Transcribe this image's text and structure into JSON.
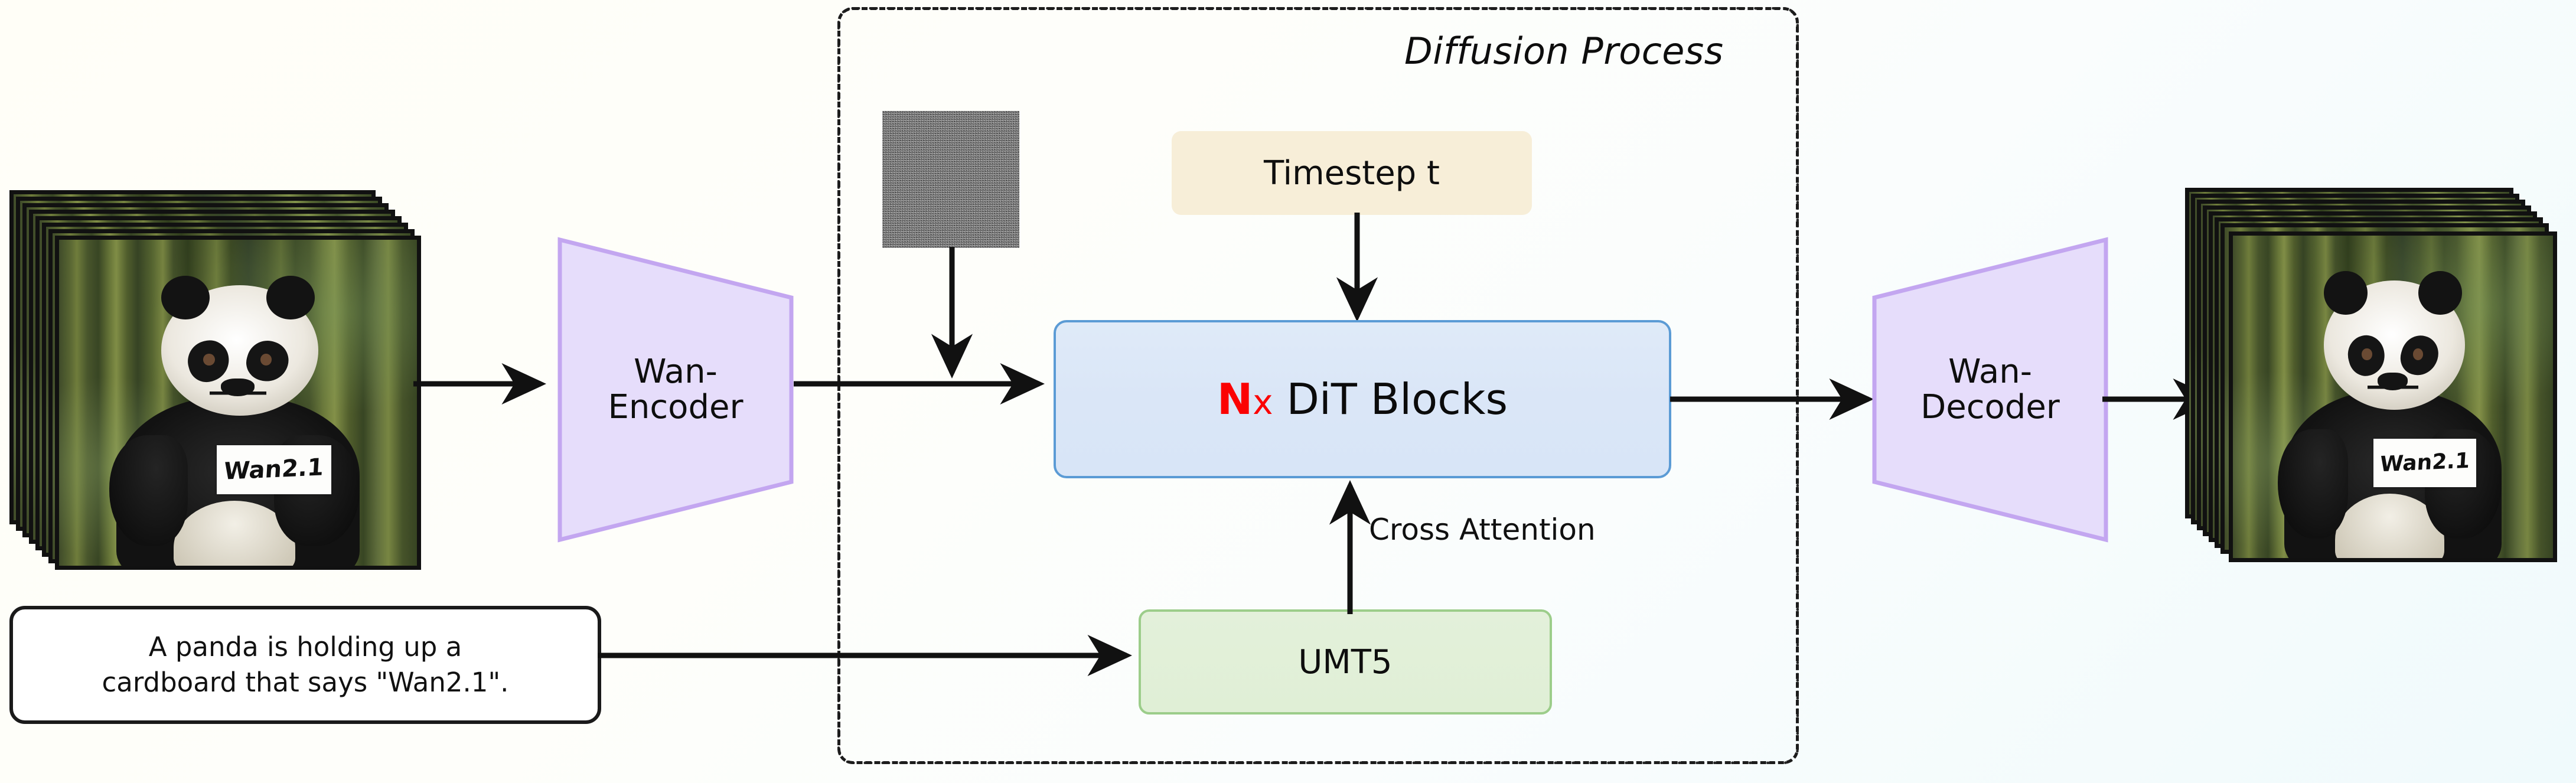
{
  "figure": {
    "title": "Wan2.1 diffusion pipeline diagram",
    "background_from": "#fffef7",
    "background_to": "#f0fafc"
  },
  "diffusion_group": {
    "label": "Diffusion Process",
    "border_style": "dash-dot",
    "border_color": "#1c1c1c"
  },
  "inputs": {
    "video_stack_left": {
      "name": "input-video-frames",
      "frame_count": 8,
      "sign_text": "Wan2.1"
    },
    "prompt": {
      "line1": "A panda is holding up a",
      "line2": "cardboard that says \"Wan2.1\"."
    },
    "noise": {
      "name": "gaussian-noise-latent",
      "color": "#8a8a8a"
    }
  },
  "blocks": {
    "encoder": {
      "line1": "Wan-",
      "line2": "Encoder",
      "fill": "#e6ddfb",
      "stroke": "#c3a6f0"
    },
    "decoder": {
      "line1": "Wan-",
      "line2": "Decoder",
      "fill": "#e6ddfb",
      "stroke": "#c3a6f0"
    },
    "dit": {
      "n": "N",
      "x": "x",
      "rest": " DiT Blocks",
      "n_color": "#fb0203",
      "fill": "#dae6f7",
      "stroke": "#5b9bd5"
    },
    "timestep": {
      "label": "Timestep t",
      "fill": "#f7eed8"
    },
    "text_encoder": {
      "label": "UMT5",
      "fill": "#e0efd6",
      "stroke": "#9ccd8a"
    }
  },
  "edges": {
    "cross_attention": "Cross Attention"
  },
  "outputs": {
    "video_stack_right": {
      "name": "output-video-frames",
      "frame_count": 8,
      "sign_text": "Wan2.1"
    }
  }
}
